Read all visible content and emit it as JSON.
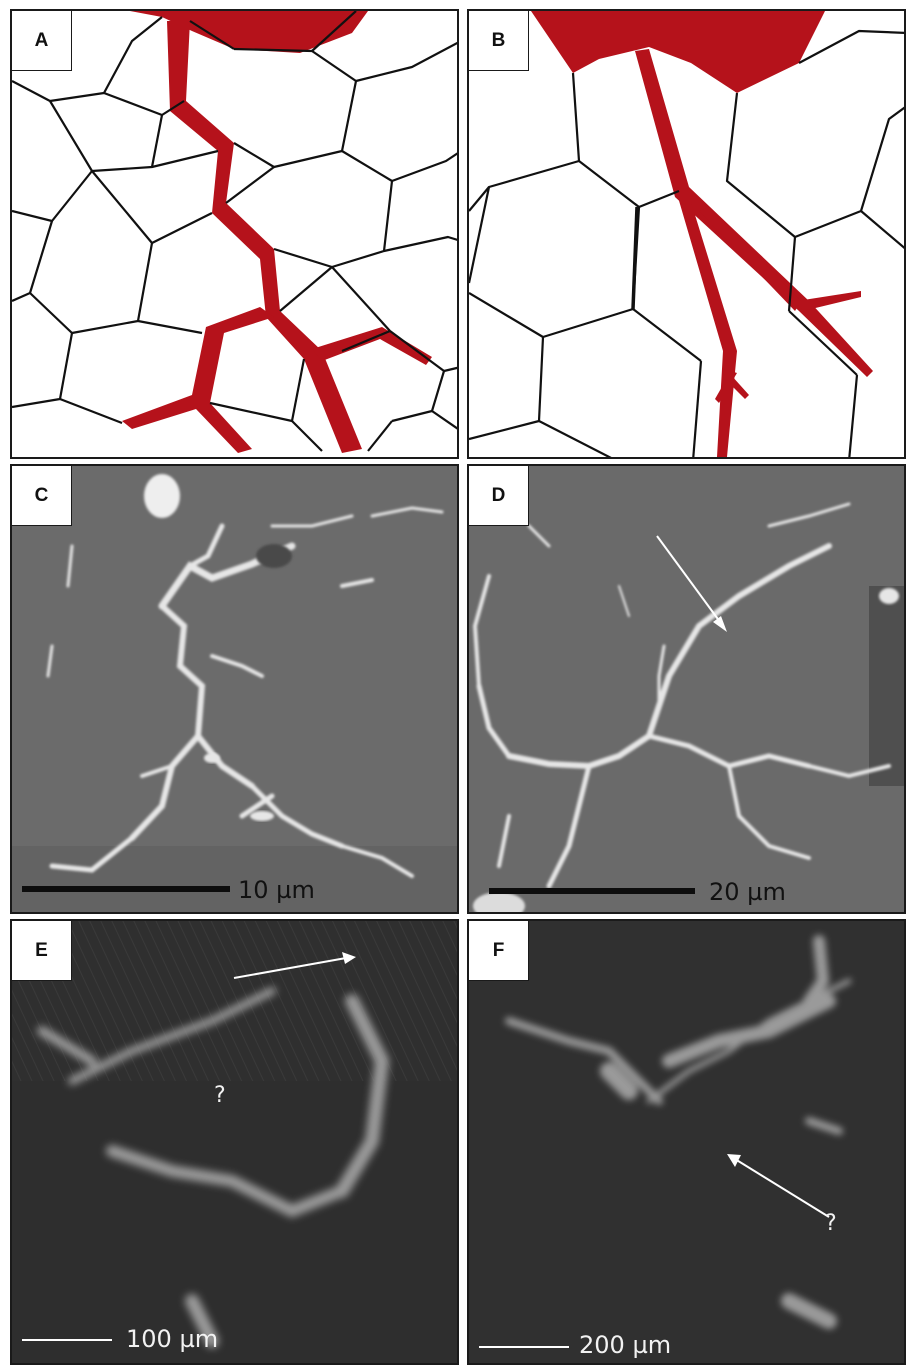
{
  "figure": {
    "panels": [
      {
        "id": "a",
        "label": "A",
        "kind": "schematic",
        "description_key": "intergranular"
      },
      {
        "id": "b",
        "label": "B",
        "kind": "schematic",
        "description_key": "transgranular"
      },
      {
        "id": "c",
        "label": "C",
        "kind": "micrograph",
        "scale": "10 µm"
      },
      {
        "id": "d",
        "label": "D",
        "kind": "micrograph",
        "scale": "20 µm"
      },
      {
        "id": "e",
        "label": "E",
        "kind": "tomograph",
        "scale": "100 µm",
        "annotation": "?"
      },
      {
        "id": "f",
        "label": "F",
        "kind": "tomograph",
        "scale": "200 µm",
        "annotation": "?"
      }
    ]
  },
  "colors": {
    "melt": "#b5121b",
    "grain_line": "#111111",
    "sem_background": "#6b6b6b",
    "sem_melt": "#e6e6e6",
    "ct_background": "#2e2e2e",
    "ct_feature": "#9a9a9a"
  }
}
